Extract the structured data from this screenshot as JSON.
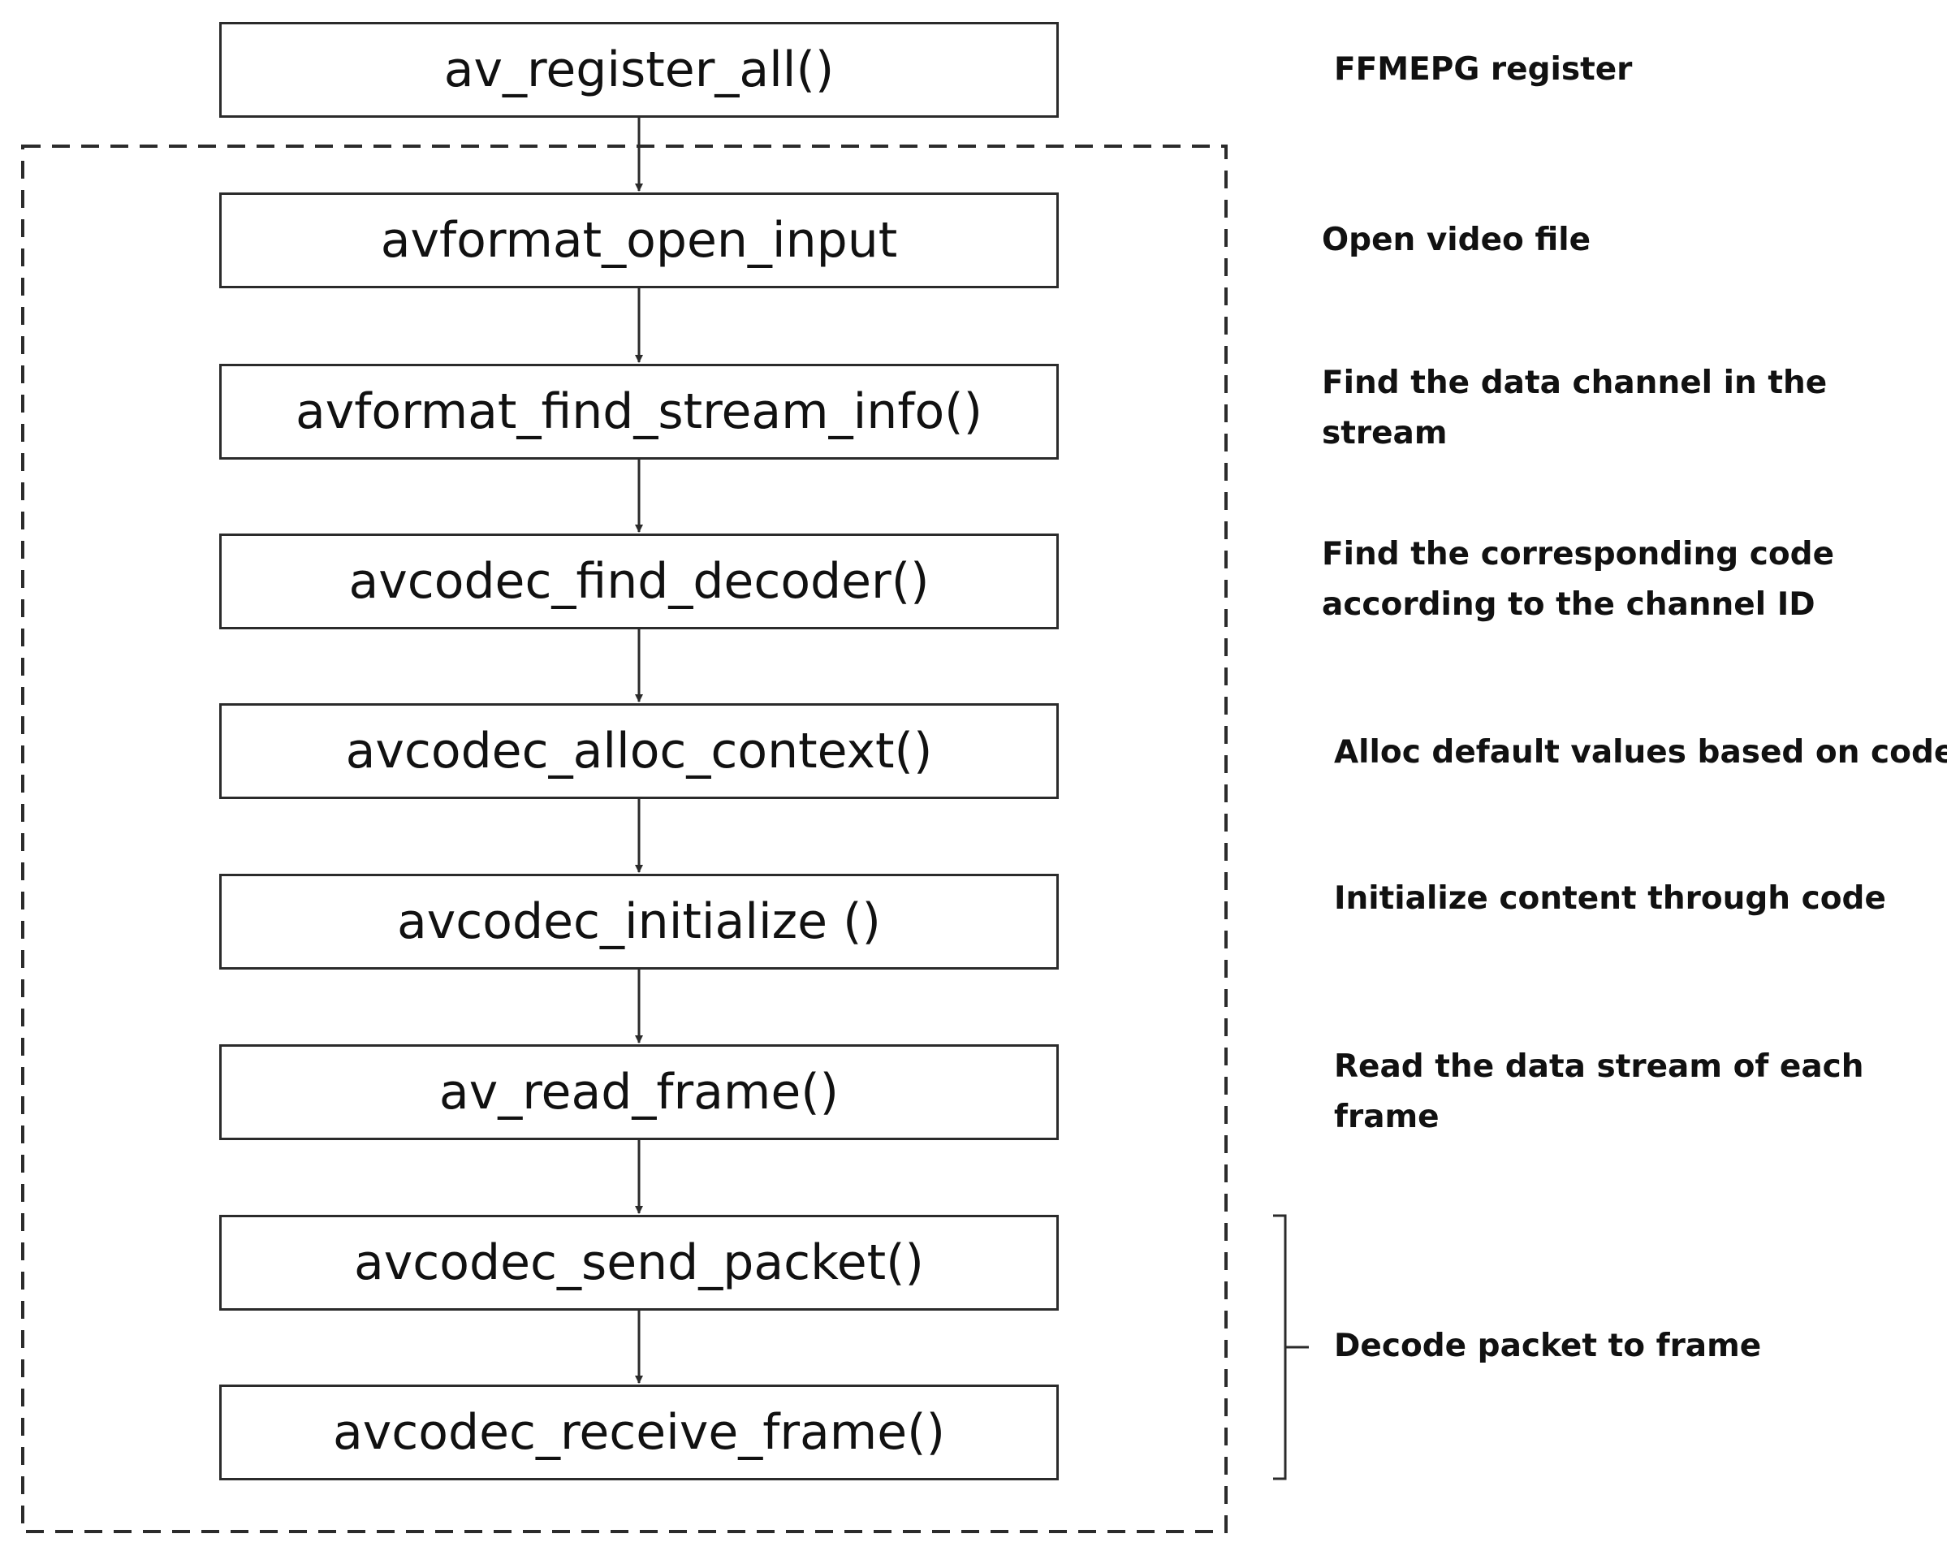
{
  "steps": [
    {
      "label": "av_register_all()",
      "note_lines": [
        "FFMEPG register"
      ]
    },
    {
      "label": "avformat_open_input",
      "note_lines": [
        "Open video file"
      ]
    },
    {
      "label": "avformat_find_stream_info()",
      "note_lines": [
        "Find  the data channel  in the",
        "stream"
      ]
    },
    {
      "label": "avcodec_find_decoder()",
      "note_lines": [
        "Find  the corresponding  code",
        "according to the channel ID"
      ]
    },
    {
      "label": "avcodec_alloc_context()",
      "note_lines": [
        "Alloc default values based on code"
      ]
    },
    {
      "label": "avcodec_initialize ()",
      "note_lines": [
        "Initialize content through code"
      ]
    },
    {
      "label": "av_read_frame()",
      "note_lines": [
        "Read the data stream of each",
        "frame"
      ]
    },
    {
      "label": "avcodec_send_packet()",
      "note_lines": []
    },
    {
      "label": "avcodec_receive_frame()",
      "note_lines": []
    }
  ],
  "group_note": "Decode packet to frame",
  "colors": {
    "line": "#2b2b2b",
    "box_border": "#2b2b2b",
    "text": "#111111",
    "background": "#ffffff"
  }
}
